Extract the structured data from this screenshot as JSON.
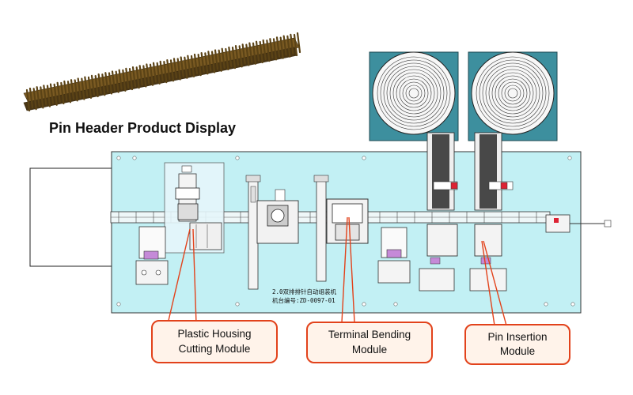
{
  "product_title": "Pin Header Product Display",
  "machine_label_line1": "2.0双排排针自动组装机",
  "machine_label_line2": "机台编号:ZD-0097-01",
  "callouts": [
    {
      "line1": "Plastic Housing",
      "line2": "Cutting Module"
    },
    {
      "line1": "Terminal Bending",
      "line2": "Module"
    },
    {
      "line1": "Pin Insertion",
      "line2": "Module"
    }
  ],
  "colors": {
    "plate": "#c2f0f4",
    "hopper": "#3d8f9e",
    "callout_border": "#e2421b",
    "callout_fill": "#fff3ea",
    "pin_gold": "#8a6a2a"
  }
}
